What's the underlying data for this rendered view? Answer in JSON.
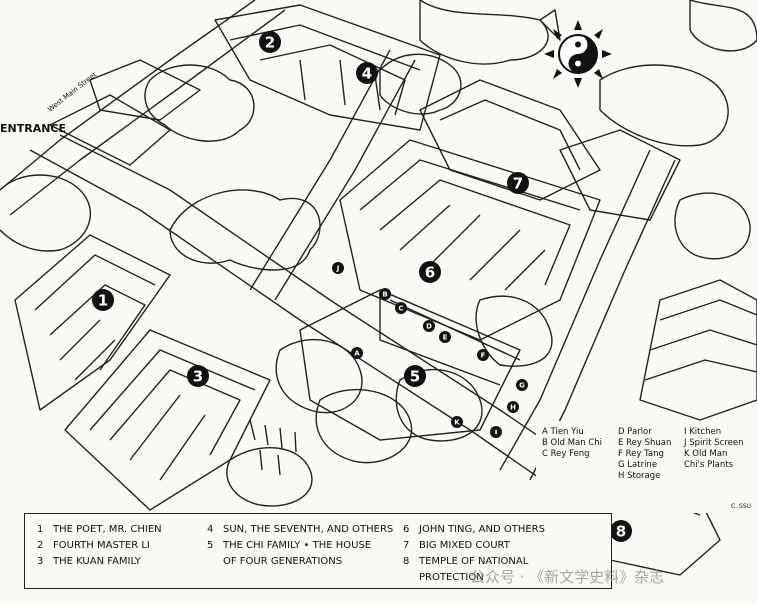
{
  "street": {
    "entrance": "ENTRANCE",
    "west_main_street": "West Main Street"
  },
  "markers": {
    "numbers": [
      "1",
      "2",
      "3",
      "4",
      "5",
      "6",
      "7",
      "8"
    ],
    "letters": [
      "A",
      "B",
      "C",
      "D",
      "E",
      "F",
      "G",
      "H",
      "I",
      "J",
      "K"
    ]
  },
  "legend_letters": [
    {
      "key": "A",
      "label": "Tien Yiu"
    },
    {
      "key": "B",
      "label": "Old Man Chi"
    },
    {
      "key": "C",
      "label": "Rey Feng"
    },
    {
      "key": "D",
      "label": "Parlor"
    },
    {
      "key": "E",
      "label": "Rey Shuan"
    },
    {
      "key": "F",
      "label": "Rey Tang"
    },
    {
      "key": "G",
      "label": "Latrine"
    },
    {
      "key": "H",
      "label": "Storage"
    },
    {
      "key": "I",
      "label": "Kitchen"
    },
    {
      "key": "J",
      "label": "Spirit Screen"
    },
    {
      "key": "K",
      "label": "Old Man Chi's Plants"
    }
  ],
  "key": [
    {
      "num": "1",
      "label": "THE POET, MR. CHIEN"
    },
    {
      "num": "2",
      "label": "FOURTH MASTER LI"
    },
    {
      "num": "3",
      "label": "THE KUAN FAMILY"
    },
    {
      "num": "4",
      "label": "SUN, THE SEVENTH, AND OTHERS"
    },
    {
      "num": "5",
      "label": "THE CHI FAMILY • THE HOUSE"
    },
    {
      "num": "",
      "label": "OF FOUR GENERATIONS"
    },
    {
      "num": "6",
      "label": "JOHN TING, AND OTHERS"
    },
    {
      "num": "7",
      "label": "BIG MIXED COURT"
    },
    {
      "num": "8",
      "label": "TEMPLE OF NATIONAL"
    },
    {
      "num": "",
      "label": "PROTECTION"
    }
  ],
  "credit": "C. SSU",
  "watermark": "公众号 · 《新文学史料》杂志",
  "colors": {
    "ink": "#111111",
    "paper": "#fbfaf6"
  }
}
